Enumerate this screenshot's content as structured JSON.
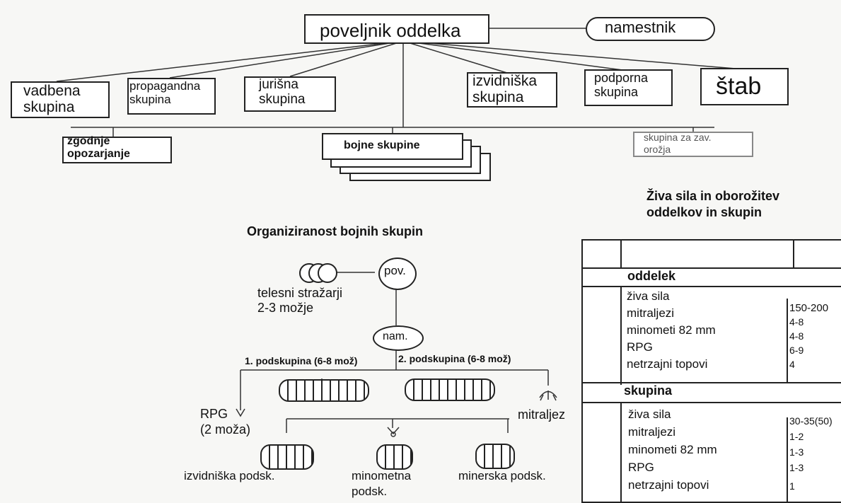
{
  "top_chart": {
    "commander": "poveljnik oddelka",
    "deputy": "namestnik",
    "units": {
      "training": "vadbena skupina",
      "propaganda": "propagandna skupina",
      "assault": "jurišna skupina",
      "recon": "izvidniška skupina",
      "support": "podporna skupina",
      "staff": "štab"
    },
    "sub_units": {
      "early_warning": "zgodnje opozarjanje",
      "combat_groups": "bojne skupine",
      "weapons_group_line1": "skupina za zav.",
      "weapons_group_line2": "orožja"
    }
  },
  "combat_org": {
    "title": "Organiziranost bojnih skupin",
    "commander": "pov.",
    "deputy": "nam.",
    "bodyguards_line1": "telesni stražarji",
    "bodyguards_line2": "2-3 možje",
    "subgroup1": "1. podskupina (6-8 mož)",
    "subgroup2": "2. podskupina (6-8 mož)",
    "rpg_line1": "RPG",
    "rpg_line2": "(2 moža)",
    "machine_gun": "mitraljez",
    "recon_sub": "izvidniška podsk.",
    "mortar_line1": "minometna",
    "mortar_line2": "podsk.",
    "mining_sub": "minerska podsk."
  },
  "table": {
    "title_line1": "Živa sila in oborožitev",
    "title_line2": "oddelkov in skupin",
    "sections": [
      {
        "heading": "oddelek",
        "rows": [
          {
            "label": "živa sila",
            "value": "150-200"
          },
          {
            "label": "mitraljezi",
            "value": "4-8"
          },
          {
            "label": "minometi 82 mm",
            "value": "4-8"
          },
          {
            "label": "RPG",
            "value": "6-9"
          },
          {
            "label": "netrzajni topovi",
            "value": "4"
          }
        ]
      },
      {
        "heading": "skupina",
        "rows": [
          {
            "label": "živa sila",
            "value": "30-35(50)"
          },
          {
            "label": "mitraljezi",
            "value": "1-2"
          },
          {
            "label": "minometi 82 mm",
            "value": "1-3"
          },
          {
            "label": "RPG",
            "value": "1-3"
          },
          {
            "label": "netrzajni topovi",
            "value": "1"
          }
        ]
      }
    ]
  }
}
